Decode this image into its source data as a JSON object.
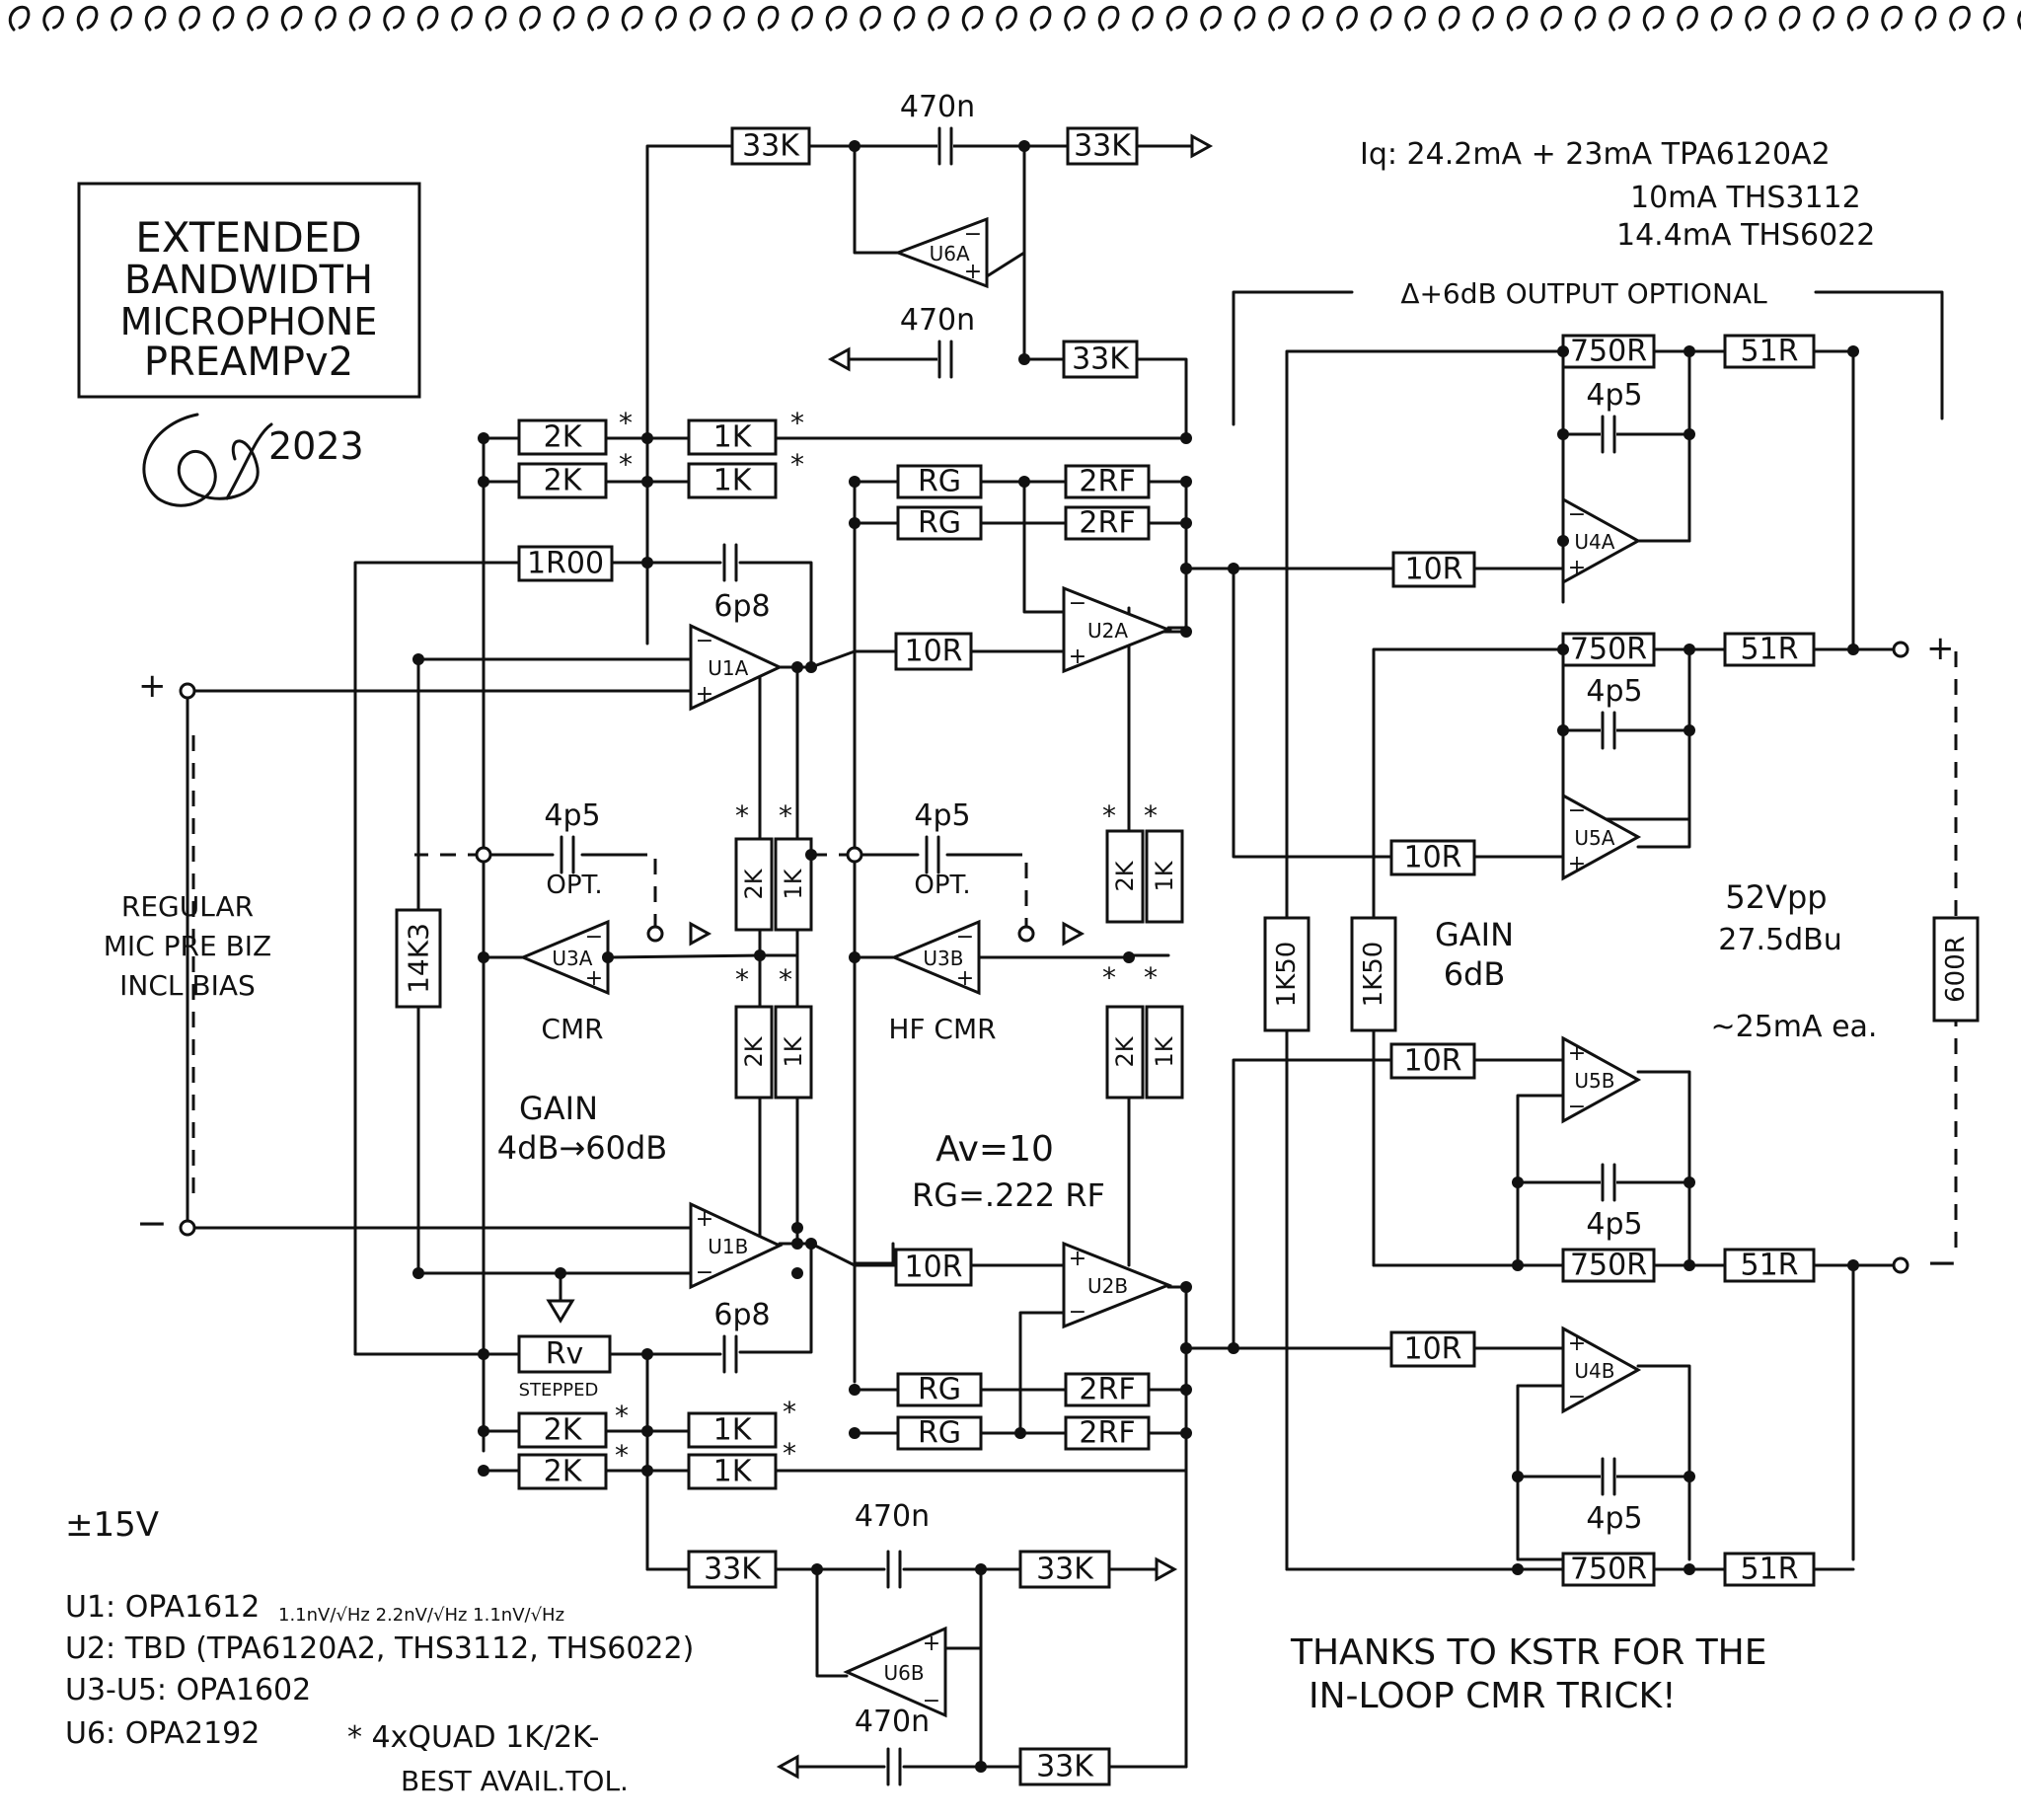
{
  "title": {
    "line1": "EXTENDED",
    "line2": "BANDWIDTH",
    "line3": "MICROPHONE",
    "line4": "PREAMPv2"
  },
  "year": "2023",
  "iq": {
    "line1": "Iq: 24.2mA + 23mA TPA6120A2",
    "line2": "10mA THS3112",
    "line3": "14.4mA THS6022"
  },
  "output_optional": "Δ+6dB OUTPUT OPTIONAL",
  "resistors": {
    "top_33k_a": "33K",
    "top_33k_b": "33K",
    "top_33k_c": "33K",
    "bot_33k_a": "33K",
    "bot_33k_b": "33K",
    "bot_33k_c": "33K",
    "r2k_t1": "2K",
    "r2k_t2": "2K",
    "r1k_t1": "1K",
    "r1k_t2": "1K",
    "r2k_b1": "2K",
    "r2k_b2": "2K",
    "r1k_b1": "1K",
    "r1k_b2": "1K",
    "r1r00": "1R00",
    "r14k3": "14K3",
    "rv": "Rv",
    "rg_t1": "RG",
    "rg_t2": "RG",
    "rg_b1": "RG",
    "rg_b2": "RG",
    "rf_t1": "2RF",
    "rf_t2": "2RF",
    "rf_b1": "2RF",
    "rf_b2": "2RF",
    "r10_1": "10R",
    "r10_2": "10R",
    "q1_2k": "2K",
    "q1_1k": "1K",
    "q2_2k": "2K",
    "q2_1k": "1K",
    "q3_2k": "2K",
    "q3_1k": "1K",
    "q4_2k": "2K",
    "q4_1k": "1K",
    "r10_u4a": "10R",
    "r10_u5a": "10R",
    "r10_u5b": "10R",
    "r10_u4b": "10R",
    "r750_1": "750R",
    "r750_2": "750R",
    "r750_3": "750R",
    "r750_4": "750R",
    "r51_1": "51R",
    "r51_2": "51R",
    "r51_3": "51R",
    "r51_4": "51R",
    "r1k50_1": "1K50",
    "r1k50_2": "1K50",
    "r600": "600R"
  },
  "capacitors": {
    "c470_t1": "470n",
    "c470_t2": "470n",
    "c470_b1": "470n",
    "c470_b2": "470n",
    "c6p8_t": "6p8",
    "c6p8_b": "6p8",
    "c4p5_cmr": "4p5",
    "c4p5_hf": "4p5",
    "c4p5_o1": "4p5",
    "c4p5_o2": "4p5",
    "c4p5_o3": "4p5",
    "c4p5_o4": "4p5"
  },
  "opamps": {
    "u1a": "U1A",
    "u1b": "U1B",
    "u2a": "U2A",
    "u2b": "U2B",
    "u3a": "U3A",
    "u3b": "U3B",
    "u4a": "U4A",
    "u4b": "U4B",
    "u5a": "U5A",
    "u5b": "U5B",
    "u6a": "U6A",
    "u6b": "U6B"
  },
  "labels": {
    "plus": "+",
    "minus": "−",
    "out_plus": "+",
    "out_minus": "−",
    "opt1": "OPT.",
    "opt2": "OPT.",
    "cmr": "CMR",
    "hf_cmr": "HF CMR",
    "gain1_a": "GAIN",
    "gain1_b": "4dB→60dB",
    "av": "Av=10",
    "rg_eq": "RG=.222 RF",
    "gain2_a": "GAIN",
    "gain2_b": "6dB",
    "vpp": "52Vpp",
    "dbu": "27.5dBu",
    "ma": "~25mA ea.",
    "prebiz_1": "REGULAR",
    "prebiz_2": "MIC PRE BIZ",
    "prebiz_3": "INCL.BIAS",
    "stepped": "STEPPED",
    "star": "*"
  },
  "notes": {
    "supply": "±15V",
    "u1": "U1: OPA1612",
    "u1_noise": "1.1nV/√Hz   2.2nV/√Hz   1.1nV/√Hz",
    "u2": "U2: TBD (TPA6120A2, THS3112, THS6022)",
    "u3": "U3-U5: OPA1602",
    "u6": "U6: OPA2192",
    "quad_1": "* 4xQUAD 1K/2K-",
    "quad_2": "BEST AVAIL.TOL.",
    "thanks_1": "THANKS TO KSTR FOR THE",
    "thanks_2": "IN-LOOP CMR TRICK!"
  }
}
